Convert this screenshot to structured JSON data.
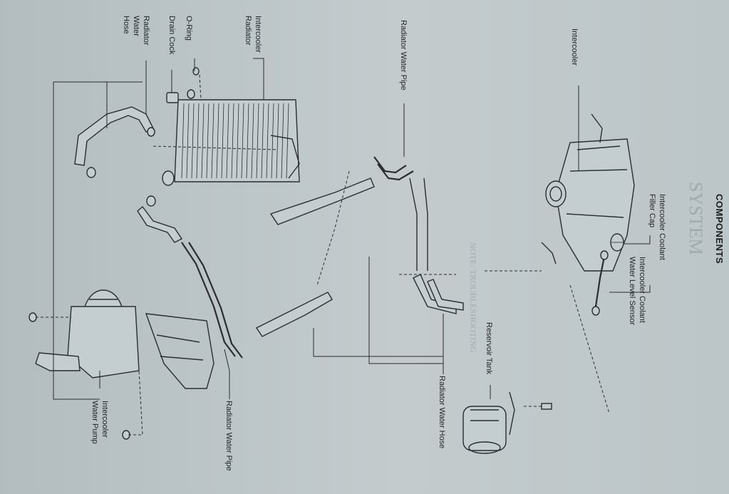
{
  "page": {
    "heading": "COMPONENTS",
    "bleed_through_text": "SYSTEM",
    "bleed_through_note": "NOTE: TROUBLESHOOTING"
  },
  "labels": {
    "intercooler": "Intercooler",
    "radiator_water_pipe_top": "Radiator Water Pipe",
    "intercooler_radiator_line1": "Intercooler",
    "intercooler_radiator_line2": "Radiator",
    "o_ring": "O-Ring",
    "drain_cock": "Drain Cock",
    "radiator_water_hose_left_1": "Radiator",
    "radiator_water_hose_left_2": "Water",
    "radiator_water_hose_left_3": "Hose",
    "filler_cap_line1": "Intercooler Coolant",
    "filler_cap_line2": "Filler Cap",
    "level_sensor_line1": "Intercooler Coolant",
    "level_sensor_line2": "Water Level Sensor",
    "reservoir_tank": "Reservoir Tank",
    "radiator_water_hose_right": "Radiator Water Hose",
    "radiator_water_pipe_bottom": "Radiator Water Pipe",
    "water_pump_line1": "Intercooler",
    "water_pump_line2": "Water Pump"
  }
}
